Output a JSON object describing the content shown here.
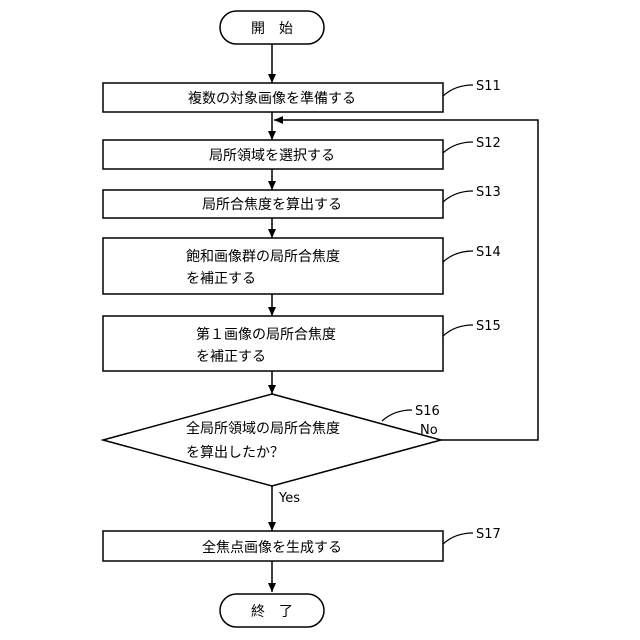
{
  "start": {
    "label": "開　始"
  },
  "end": {
    "label": "終　了"
  },
  "steps": [
    {
      "id": "S11",
      "lines": [
        "複数の対象画像を準備する"
      ]
    },
    {
      "id": "S12",
      "lines": [
        "局所領域を選択する"
      ]
    },
    {
      "id": "S13",
      "lines": [
        "局所合焦度を算出する"
      ]
    },
    {
      "id": "S14",
      "lines": [
        "飽和画像群の局所合焦度",
        "を補正する"
      ]
    },
    {
      "id": "S15",
      "lines": [
        "第１画像の局所合焦度",
        "を補正する"
      ]
    }
  ],
  "decision": {
    "id": "S16",
    "lines": [
      "全局所領域の局所合焦度",
      "を算出したか？"
    ],
    "yes_label": "Yes",
    "no_label": "No"
  },
  "final_step": {
    "id": "S17",
    "lines": [
      "全焦点画像を生成する"
    ]
  }
}
